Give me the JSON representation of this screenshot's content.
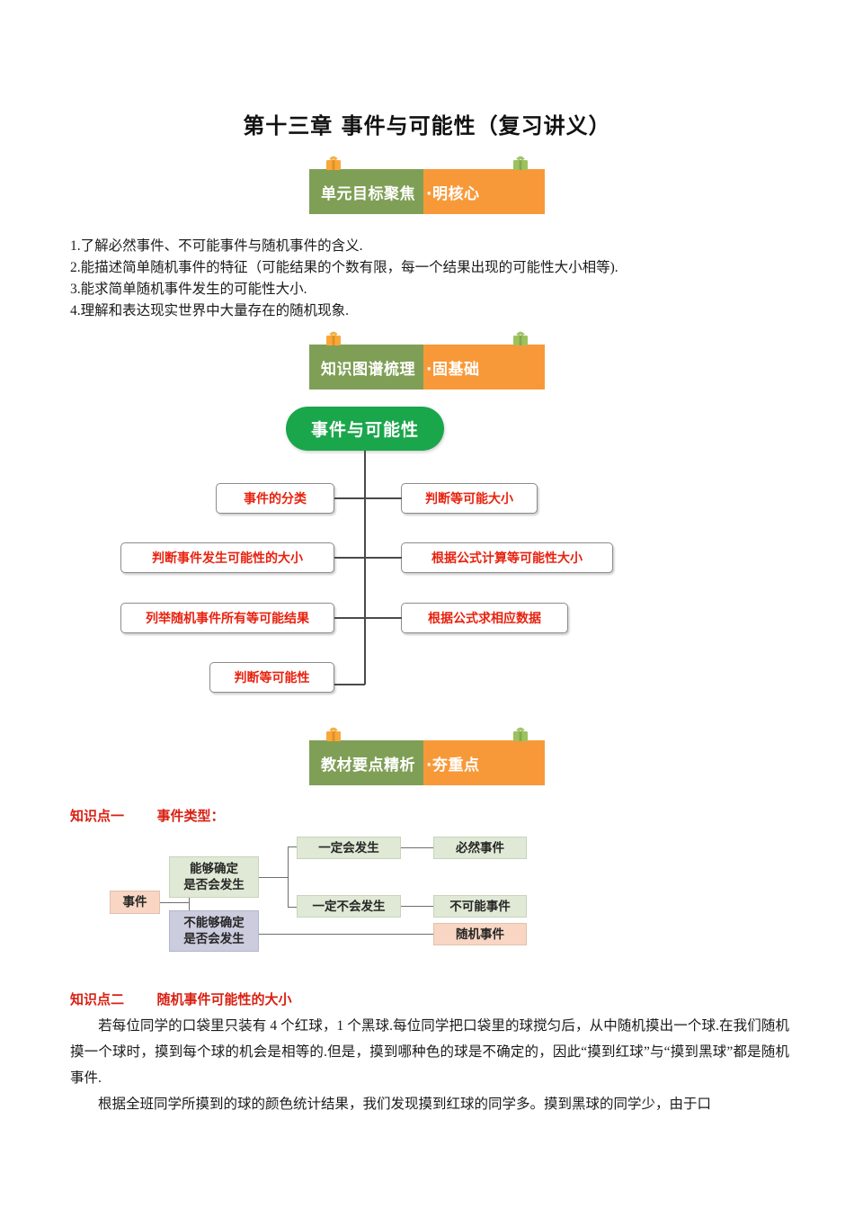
{
  "document": {
    "title": "第十三章 事件与可能性（复习讲义）"
  },
  "banners": [
    {
      "green_text": "单元目标聚焦",
      "orange_text": "·明核心",
      "left_clip": "binder-clip-orange",
      "right_clip": "binder-clip-green"
    },
    {
      "green_text": "知识图谱梳理",
      "orange_text": "·固基础",
      "left_clip": "binder-clip-orange",
      "right_clip": "binder-clip-green"
    },
    {
      "green_text": "教材要点精析",
      "orange_text": "·夯重点",
      "left_clip": "binder-clip-orange",
      "right_clip": "binder-clip-green"
    }
  ],
  "objectives": [
    "1.了解必然事件、不可能事件与随机事件的含义.",
    "2.能描述简单随机事件的特征（可能结果的个数有限，每一个结果出现的可能性大小相等).",
    "3.能求简单随机事件发生的可能性大小.",
    "4.理解和表达现实世界中大量存在的随机现象."
  ],
  "mindmap": {
    "root": "事件与可能性",
    "left_nodes": [
      "事件的分类",
      "判断事件发生可能性的大小",
      "列举随机事件所有等可能结果",
      "判断等可能性"
    ],
    "right_nodes": [
      "判断等可能大小",
      "根据公式计算等可能性大小",
      "根据公式求相应数据"
    ],
    "colors": {
      "root_bg": "#1aa64b",
      "root_text": "#ffffff",
      "node_text": "#e8220f",
      "node_border": "#8c8c8c"
    }
  },
  "knowledge_points": [
    {
      "label": "知识点一",
      "title": "事件类型："
    },
    {
      "label": "知识点二",
      "title": "随机事件可能性的大小"
    }
  ],
  "flow_diagram": {
    "root": "事件",
    "branch_certain_line1": "能够确定",
    "branch_certain_line2": "是否会发生",
    "branch_uncertain_line1": "不能够确定",
    "branch_uncertain_line2": "是否会发生",
    "will_happen": "一定会发生",
    "will_not_happen": "一定不会发生",
    "certain_event": "必然事件",
    "impossible_event": "不可能事件",
    "random_event": "随机事件",
    "colors": {
      "peach": "#f8d6c3",
      "green": "#dfe9d5",
      "violet": "#ccccdf"
    }
  },
  "paragraphs": [
    "若每位同学的口袋里只装有 4 个红球，1 个黑球.每位同学把口袋里的球搅匀后，从中随机摸出一个球.在我们随机摸一个球时，摸到每个球的机会是相等的.但是，摸到哪种色的球是不确定的，因此“摸到红球”与“摸到黑球”都是随机事件.",
    "根据全班同学所摸到的球的颜色统计结果，我们发现摸到红球的同学多。摸到黑球的同学少，由于口"
  ]
}
